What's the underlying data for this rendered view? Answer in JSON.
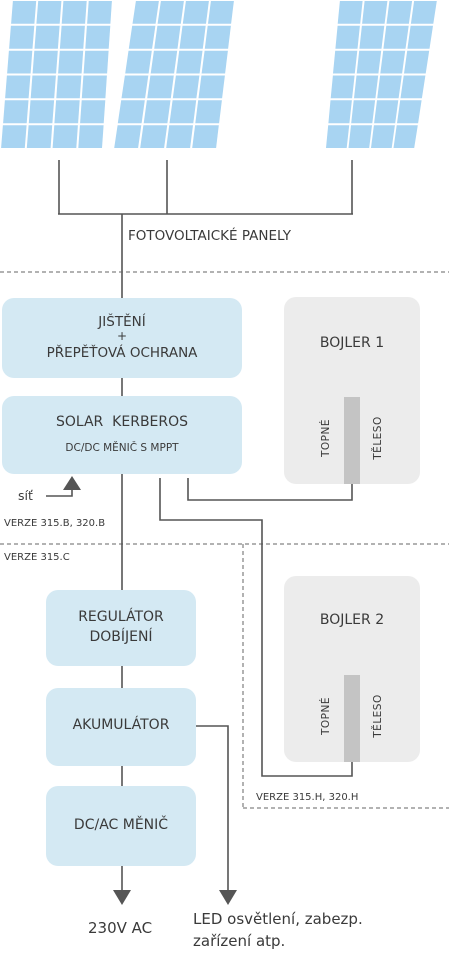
{
  "diagram": {
    "panels_label": "FOTOVOLTAICKÉ PANELY",
    "protection": {
      "line1": "JIŠTĚNÍ",
      "line2": "+",
      "line3": "PŘEPĚŤOVÁ OCHRANA"
    },
    "kerberos": {
      "title": "SOLAR  KERBEROS",
      "subtitle": "DC/DC MĚNIČ S MPPT"
    },
    "grid_label": "síť",
    "version_b": "VERZE  315.B, 320.B",
    "version_c": "VERZE  315.C",
    "version_h": "VERZE 315.H, 320.H",
    "boiler1": {
      "title": "BOJLER 1",
      "left": "TOPNÉ",
      "right": "TĚLESO"
    },
    "boiler2": {
      "title": "BOJLER 2",
      "left": "TOPNÉ",
      "right": "TĚLESO"
    },
    "regulator": {
      "line1": "REGULÁTOR",
      "line2": "DOBÍJENÍ"
    },
    "accumulator": "AKUMULÁTOR",
    "inverter": "DC/AC MĚNIČ",
    "output_ac": "230V AC",
    "output_led": {
      "line1": "LED osvětlení, zabezp.",
      "line2": "zařízení atp."
    },
    "colors": {
      "panel_cell": "#a8d4f2",
      "panel_grid": "#ffffff",
      "box_fill": "#d4e9f3",
      "boiler_fill": "#ececec",
      "heater_bar": "#c4c4c4",
      "line": "#555555",
      "text": "#3a3a3a"
    }
  }
}
